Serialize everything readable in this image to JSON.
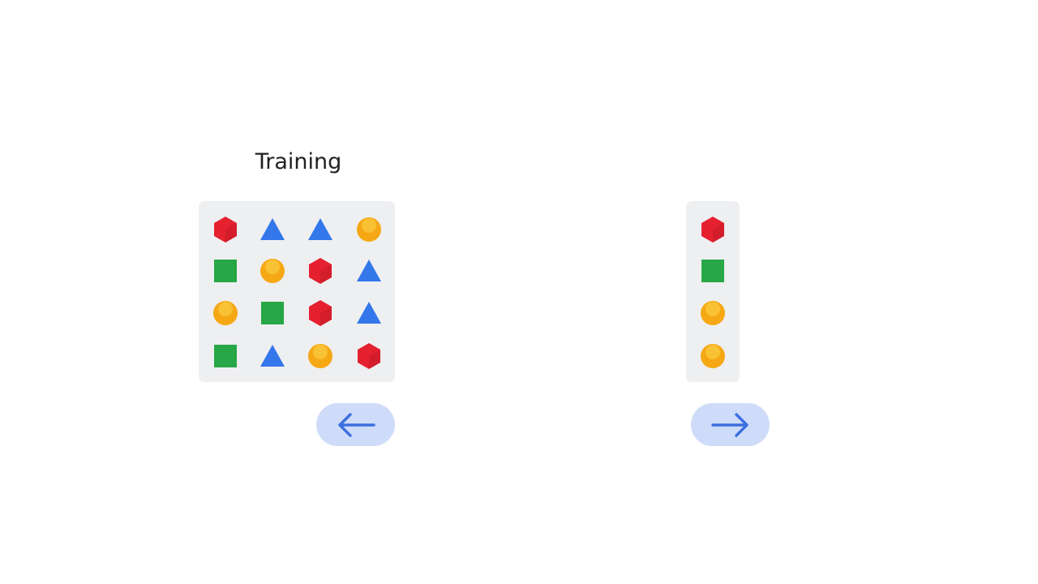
{
  "title": "Training",
  "colors": {
    "hexagon": "#e5202f",
    "triangle": "#3377ea",
    "circle": "#f5a814",
    "square": "#27a745",
    "panel": "#eeeff1",
    "button": "#cfdcf9",
    "arrow": "#3c6fe0"
  },
  "training_grid": [
    [
      "hexagon",
      "triangle",
      "triangle",
      "circle"
    ],
    [
      "square",
      "circle",
      "hexagon",
      "triangle"
    ],
    [
      "circle",
      "square",
      "hexagon",
      "triangle"
    ],
    [
      "square",
      "triangle",
      "circle",
      "hexagon"
    ]
  ],
  "selection_column": [
    "hexagon",
    "square",
    "circle",
    "circle"
  ],
  "buttons": {
    "back_icon": "arrow-left-icon",
    "next_icon": "arrow-right-icon"
  }
}
